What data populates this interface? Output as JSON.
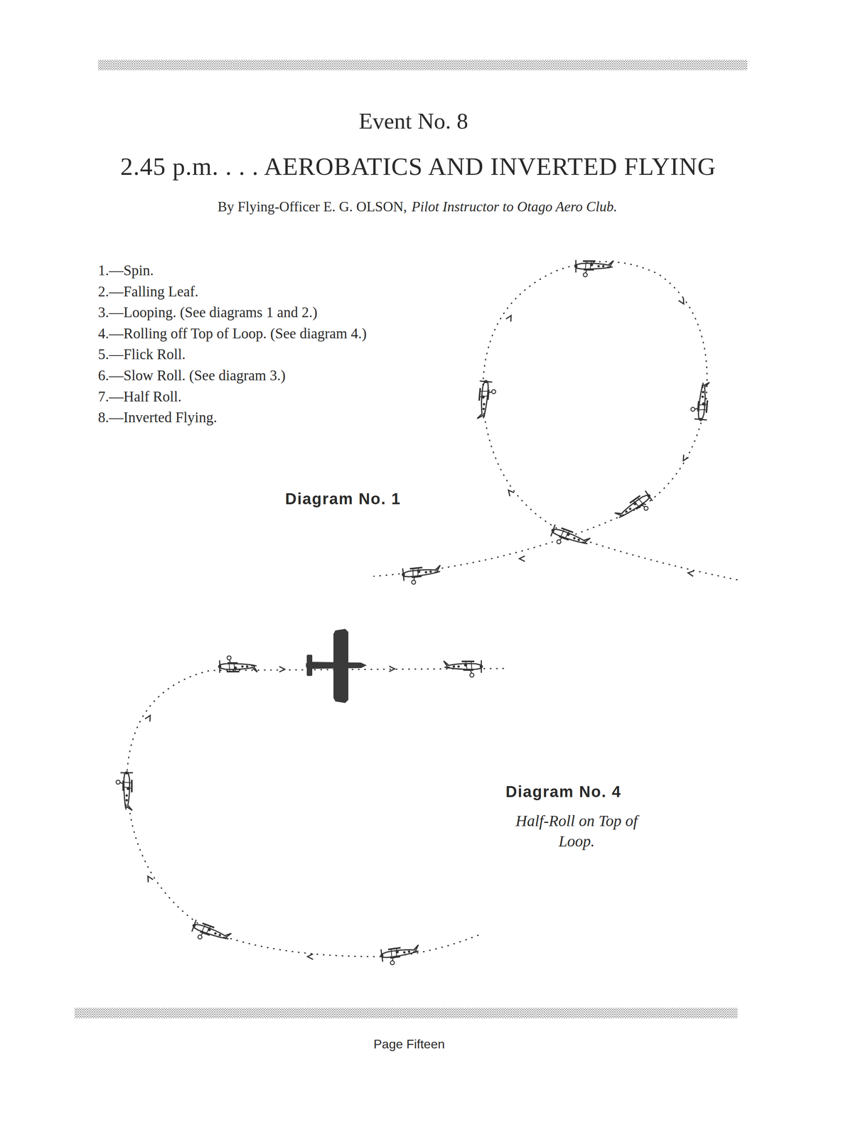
{
  "diagram": {
    "title": "Event No. 8",
    "labels": [
      "2.45 p.m. . . . AEROBATICS AND INVERTED FLYING",
      "By Flying-Officer E. G. OLSON,",
      "Pilot Instructor to Otago Aero Club.",
      "1.—Spin.",
      "2.—Falling Leaf.",
      "3.—Looping. (See diagrams 1 and 2.)",
      "4.—Rolling off Top of Loop. (See diagram 4.)",
      "5.—Flick Roll.",
      "6.—Slow Roll. (See diagram 3.)",
      "7.—Half Roll.",
      "8.—Inverted Flying.",
      "Diagram No. 1",
      "Diagram No. 4",
      "Half-Roll on Top of Loop.",
      "Page Fifteen"
    ]
  }
}
